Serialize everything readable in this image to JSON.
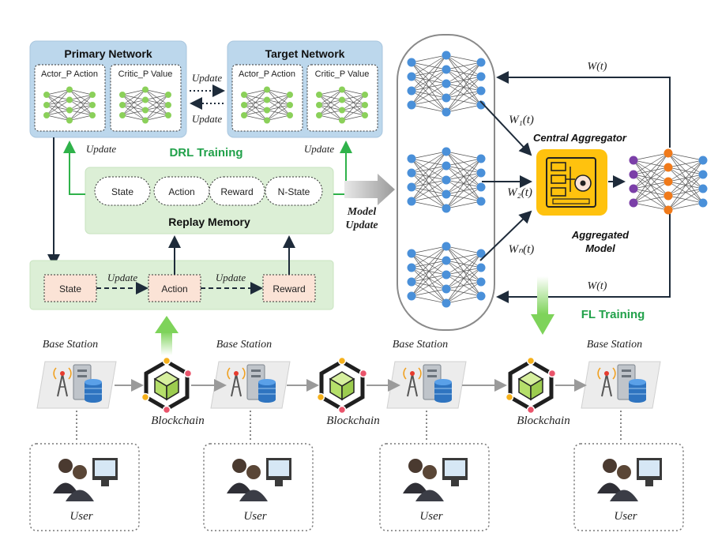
{
  "drl": {
    "primary_title": "Primary Network",
    "target_title": "Target Network",
    "actor_label": "Actor_P Action",
    "critic_label": "Critic_P Value",
    "update": "Update",
    "training_title": "DRL Training",
    "memory_items": [
      "State",
      "Action",
      "Reward",
      "N-State"
    ],
    "memory_title": "Replay Memory",
    "env_items": [
      "State",
      "Action",
      "Reward"
    ]
  },
  "model_update": [
    "Model",
    "Update"
  ],
  "fl": {
    "w_t": "W(t)",
    "w1": "W₁(t)",
    "w2": "W₂(t)",
    "wn": "Wₙ(t)",
    "central_aggregator": "Central Aggregator",
    "aggregated_model": [
      "Aggregated",
      "Model"
    ],
    "training_title": "FL Training"
  },
  "bottom": {
    "base_station": "Base Station",
    "blockchain": "Blockchain",
    "user": "User"
  },
  "colors": {
    "network_box": "#bcd7ec",
    "memory_box": "#dcefd6",
    "env_item": "#fbe3d6",
    "green_text": "#21a14a",
    "node_green": "#8bd05a",
    "node_blue": "#4a90d9",
    "node_orange": "#f07a1a",
    "node_purple": "#7b3fa8",
    "aggregator": "#ffc20e",
    "hex_green": "#b5df6a"
  }
}
